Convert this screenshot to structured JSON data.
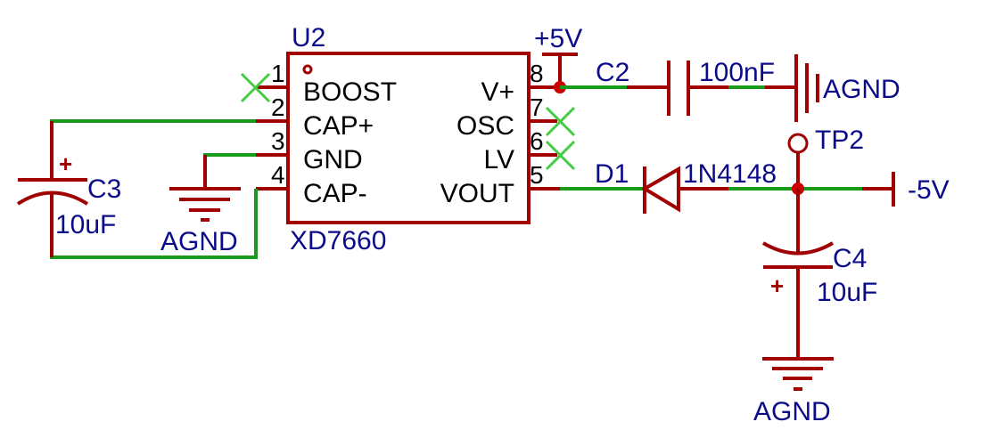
{
  "ic": {
    "ref": "U2",
    "part": "XD7660",
    "pins_left": [
      {
        "num": "1",
        "name": "BOOST"
      },
      {
        "num": "2",
        "name": "CAP+"
      },
      {
        "num": "3",
        "name": "GND"
      },
      {
        "num": "4",
        "name": "CAP-"
      }
    ],
    "pins_right": [
      {
        "num": "8",
        "name": "V+"
      },
      {
        "num": "7",
        "name": "OSC"
      },
      {
        "num": "6",
        "name": "LV"
      },
      {
        "num": "5",
        "name": "VOUT"
      }
    ]
  },
  "components": {
    "c2": {
      "ref": "C2",
      "value": "100nF"
    },
    "c3": {
      "ref": "C3",
      "value": "10uF"
    },
    "c4": {
      "ref": "C4",
      "value": "10uF"
    },
    "d1": {
      "ref": "D1",
      "value": "1N4148"
    },
    "tp2": {
      "ref": "TP2"
    }
  },
  "nets": {
    "vplus": "+5V",
    "vminus": "-5V",
    "agnd_left": "AGND",
    "agnd_c2": "AGND",
    "agnd_c4": "AGND"
  },
  "plus_mark": "+"
}
